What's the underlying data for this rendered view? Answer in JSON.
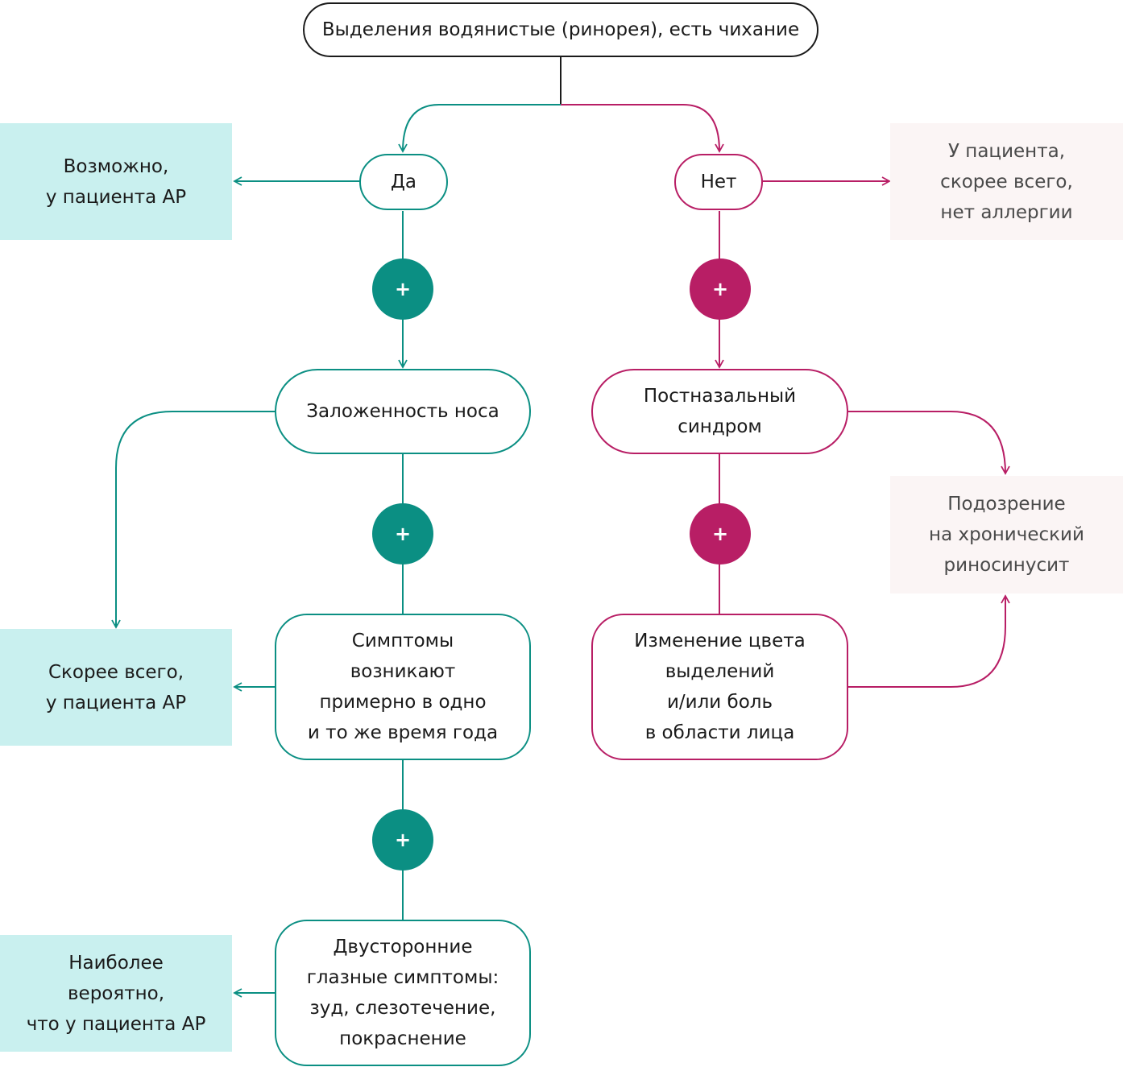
{
  "colors": {
    "teal": "#0b8f83",
    "magenta": "#b81e65",
    "outcome_teal_bg": "#c9f0ef",
    "outcome_pink_bg": "#fbf5f5",
    "root_border": "#1a1a1a"
  },
  "root": "Выделения водянистые (ринорея), есть чихание",
  "yes": {
    "label": "Да",
    "outcome": "Возможно,\nу пациента АР",
    "congestion": "Заложенность носа",
    "seasonal": "Симптомы\nвозникают\nпримерно в одно\nи то же время года",
    "seasonal_outcome": "Скорее всего,\nу пациента АР",
    "eyes": "Двусторонние\nглазные симптомы:\nзуд, слезотечение,\nпокраснение",
    "eyes_outcome": "Наиболее\nвероятно,\nчто у пациента АР"
  },
  "no": {
    "label": "Нет",
    "outcome": "У пациента,\nскорее всего,\nнет аллергии",
    "postnasal": "Постназальный\nсиндром",
    "color_change": "Изменение цвета\nвыделений\nи/или боль\nв области лица",
    "sinusitis": "Подозрение\nна хронический\nриносинусит"
  },
  "plus_symbol": "+"
}
